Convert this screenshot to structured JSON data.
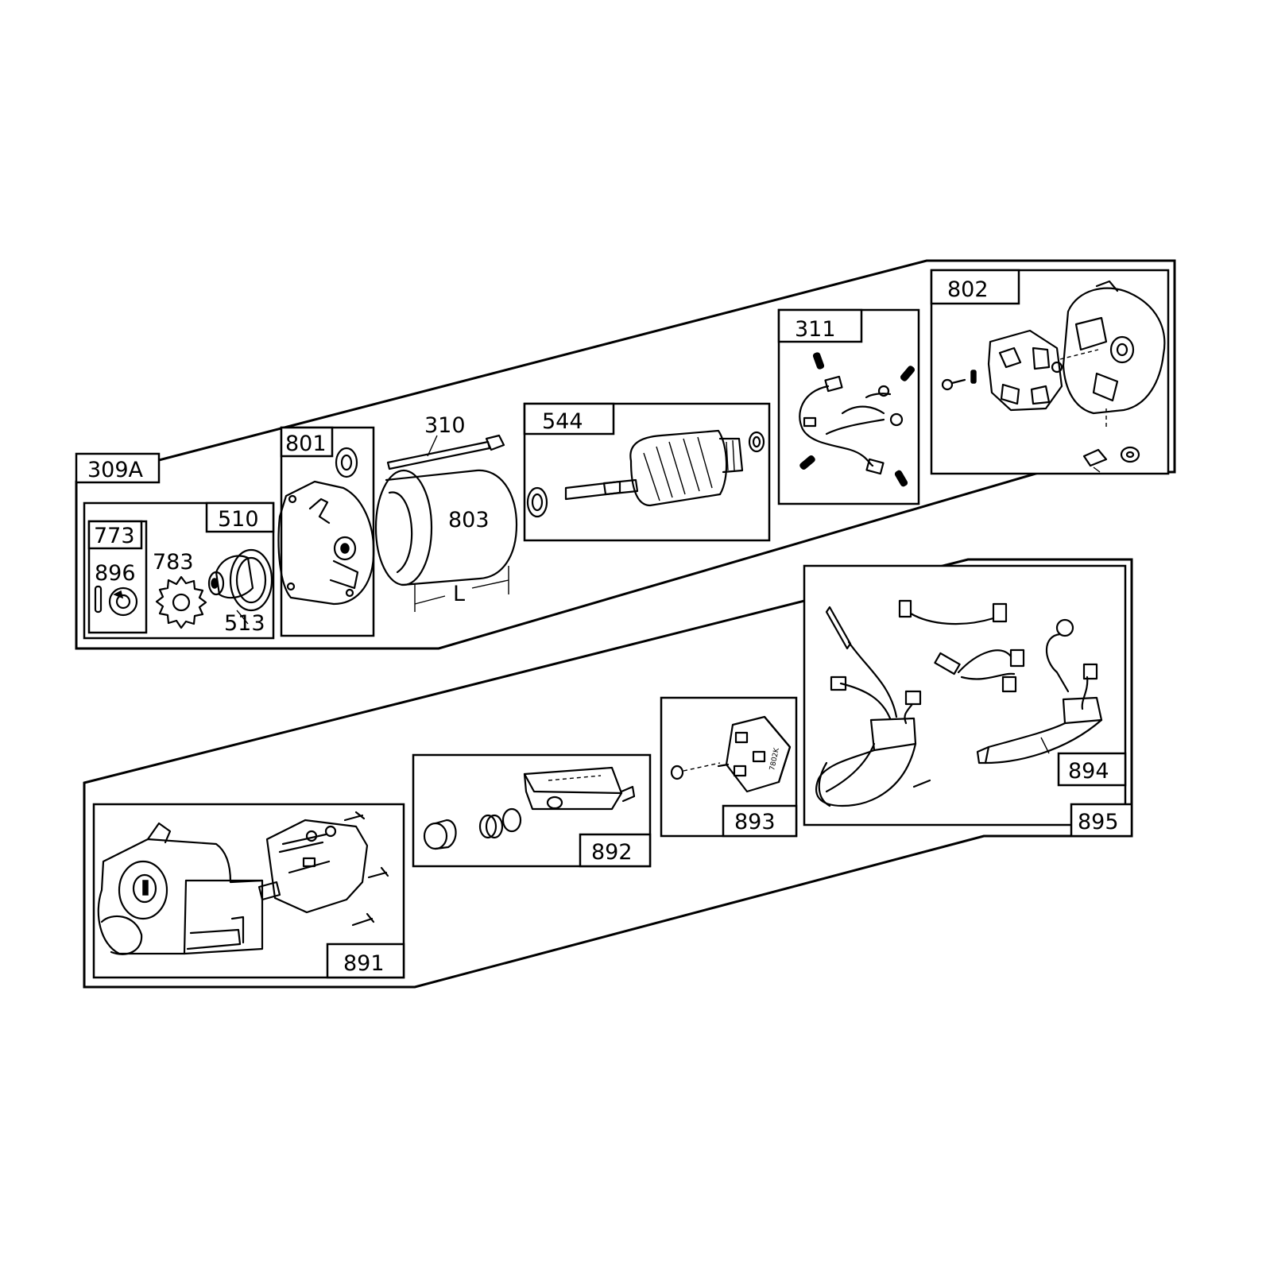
{
  "labels": {
    "l309a": "309A",
    "l510": "510",
    "l773": "773",
    "l896": "896",
    "l783": "783",
    "l513": "513",
    "l801": "801",
    "l310": "310",
    "l803": "803",
    "lL": "L",
    "l544": "544",
    "l311": "311",
    "l802": "802",
    "l891": "891",
    "l892": "892",
    "l893": "893",
    "l894": "894",
    "l895": "895",
    "stamp": "7802K"
  }
}
